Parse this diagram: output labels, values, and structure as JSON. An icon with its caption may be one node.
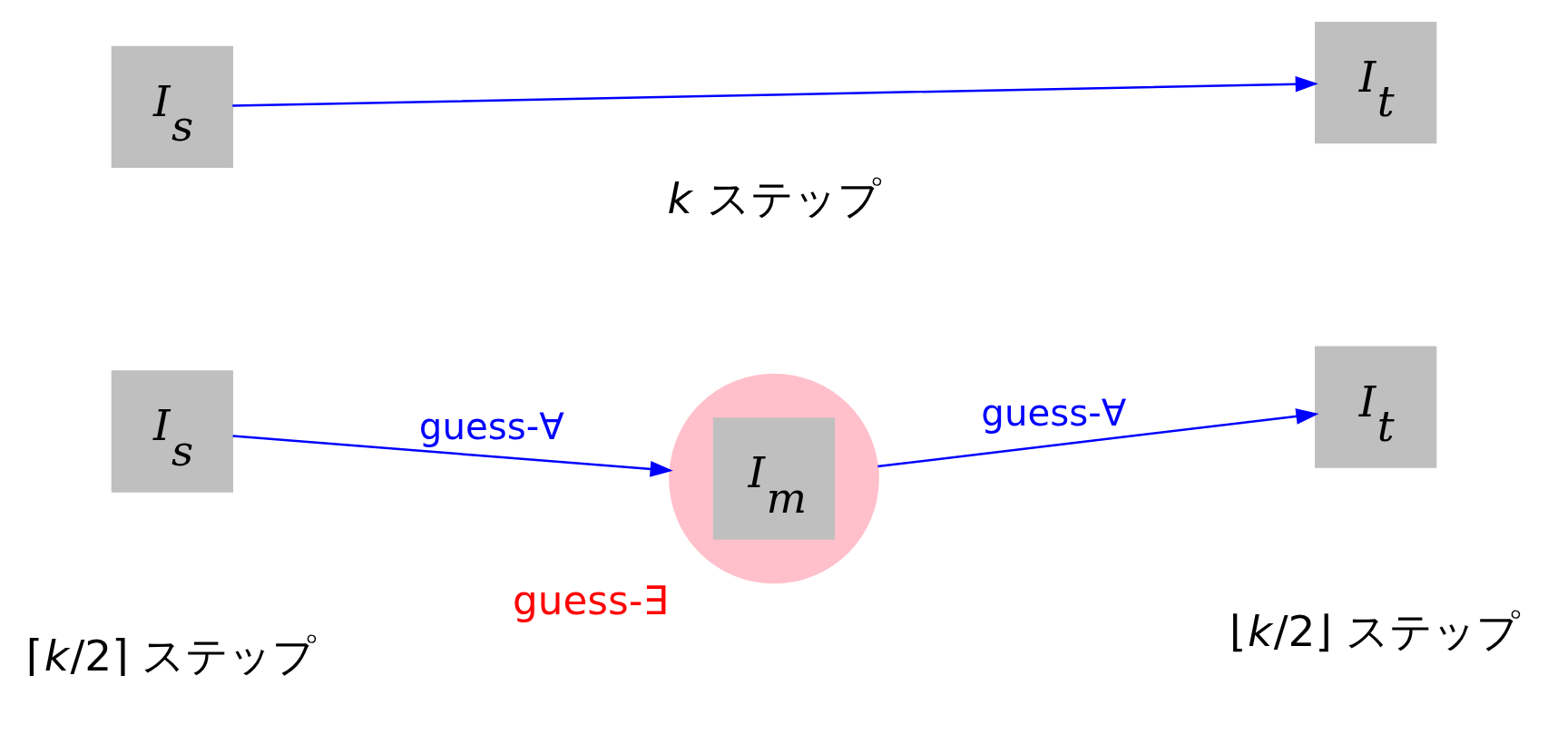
{
  "diagram": {
    "nodes": [
      {
        "text": [
          "I$_{s}$"
        ]
      },
      {
        "text": [
          "I$_{t}$"
        ]
      },
      {
        "text": [
          "I$_{s}$"
        ]
      },
      {
        "text": [
          "I$_{m}$"
        ],
        "beside": [
          "guess-∃"
        ]
      },
      {
        "text": [
          "I$_{t}$"
        ]
      }
    ],
    "edges": [
      {
        "from": 0,
        "to": 1,
        "arrow": "to"
      },
      {
        "from": 2,
        "to": 3,
        "arrow": "to",
        "label": "guess-∀"
      },
      {
        "from": 3,
        "to": 4,
        "arrow": "to",
        "label": "guess-∀"
      }
    ],
    "labels": [
      "*k* ステップ",
      "⌈*k*/2⌉ ステップ",
      "⌊*k*/2⌋ ステップ"
    ]
  }
}
